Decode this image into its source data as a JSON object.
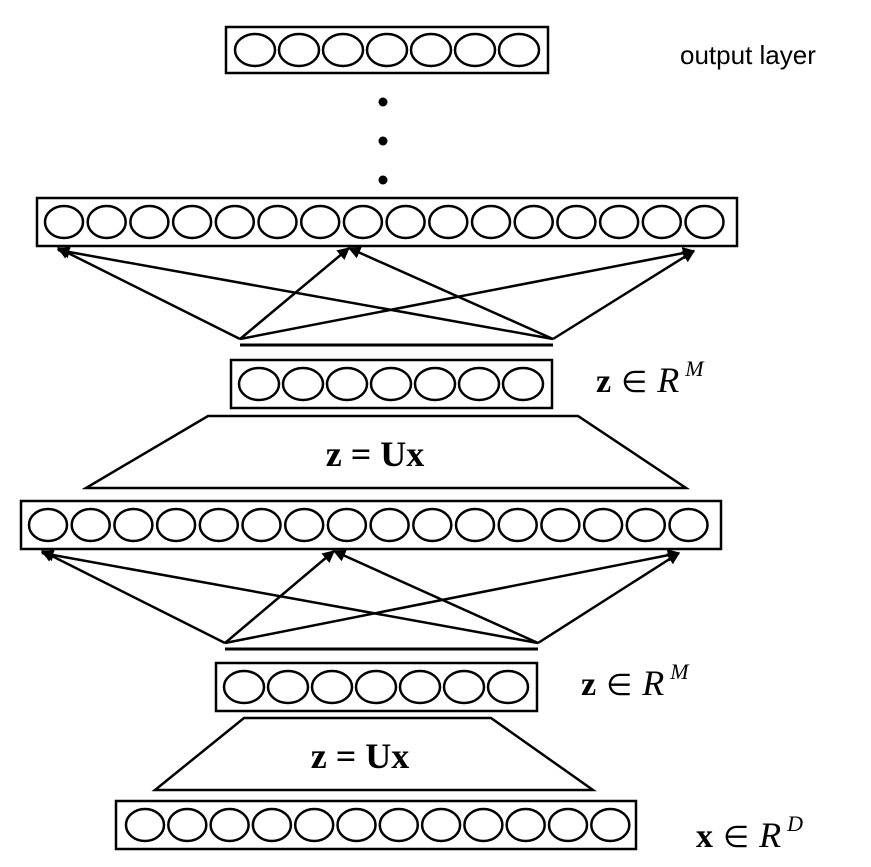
{
  "labels": {
    "output_layer": "output layer",
    "eq_upper": "z = Ux",
    "eq_lower": "z = Ux"
  },
  "code_upper": {
    "var": "z",
    "op": "∈",
    "set": "R",
    "sup": "M"
  },
  "code_lower": {
    "var": "z",
    "op": "∈",
    "set": "R",
    "sup": "M"
  },
  "input": {
    "var": "x",
    "op": "∈",
    "set": "R",
    "sup": "D"
  },
  "layers": {
    "output": {
      "neurons": 7
    },
    "hidden_top": {
      "neurons": 16
    },
    "code_top": {
      "neurons": 7
    },
    "hidden_bottom": {
      "neurons": 16
    },
    "code_bottom": {
      "neurons": 7
    },
    "input": {
      "neurons": 12
    }
  },
  "ellipsis_dots": 3
}
